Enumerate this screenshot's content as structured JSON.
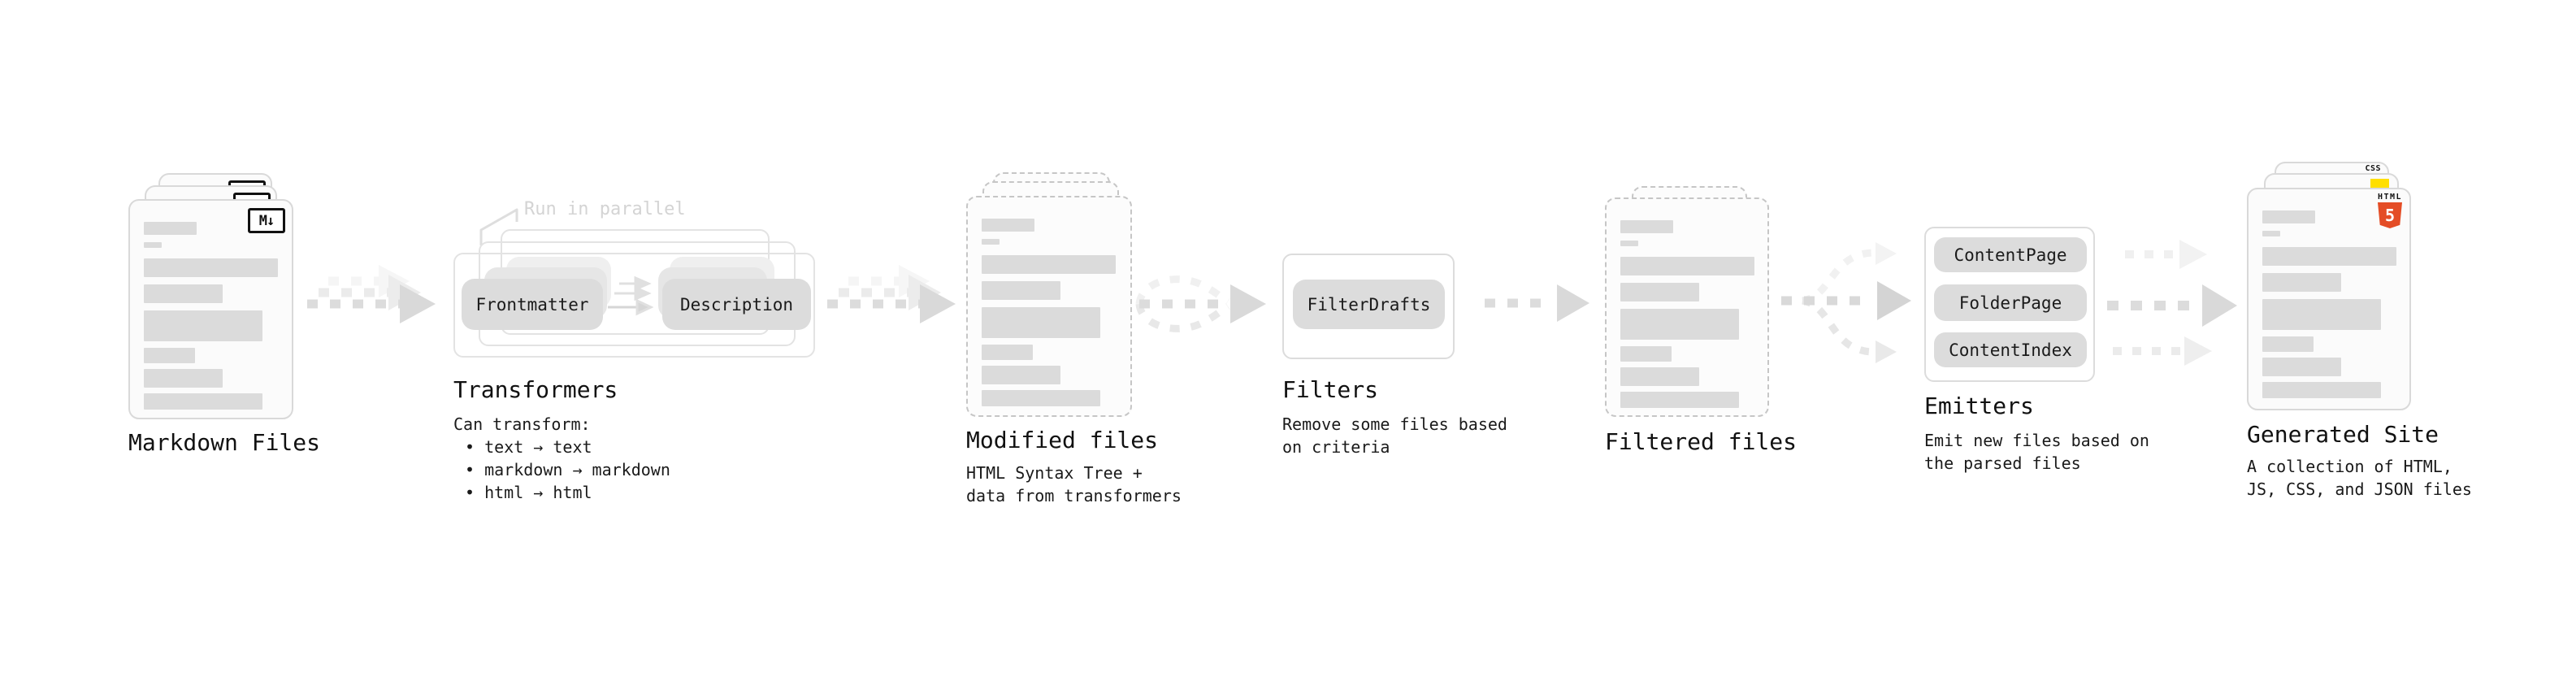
{
  "markdown": {
    "label": "Markdown Files",
    "icon_text": "M↓"
  },
  "transformers": {
    "label": "Transformers",
    "annotation": "Run in parallel",
    "pills": [
      "Frontmatter",
      "Description"
    ],
    "caption_title": "Can transform:",
    "bullets": [
      "• text → text",
      "• markdown → markdown",
      "• html → html"
    ]
  },
  "modified": {
    "label": "Modified files",
    "caption": [
      "HTML Syntax Tree +",
      "data from transformers"
    ]
  },
  "filters": {
    "label": "Filters",
    "pills": [
      "FilterDrafts"
    ],
    "caption": [
      "Remove some files based",
      "on criteria"
    ]
  },
  "filtered": {
    "label": "Filtered files"
  },
  "emitters": {
    "label": "Emitters",
    "pills": [
      "ContentPage",
      "FolderPage",
      "ContentIndex"
    ],
    "caption": [
      "Emit new files based on",
      "the parsed files"
    ]
  },
  "site": {
    "label": "Generated Site",
    "caption": [
      "A collection of HTML,",
      "JS, CSS, and JSON files"
    ],
    "css_badge": "CSS",
    "html_badge_word": "HTML",
    "html_badge_number": "5"
  },
  "colors": {
    "html_orange": "#e44d26",
    "js_yellow": "#ffdf00",
    "css_blue": "#2b62f0",
    "arrow_gray": "#d9d9d9",
    "card_border": "#d9d9d9",
    "dashed_border": "#c6c6c6",
    "text": "#1a1a1a"
  }
}
